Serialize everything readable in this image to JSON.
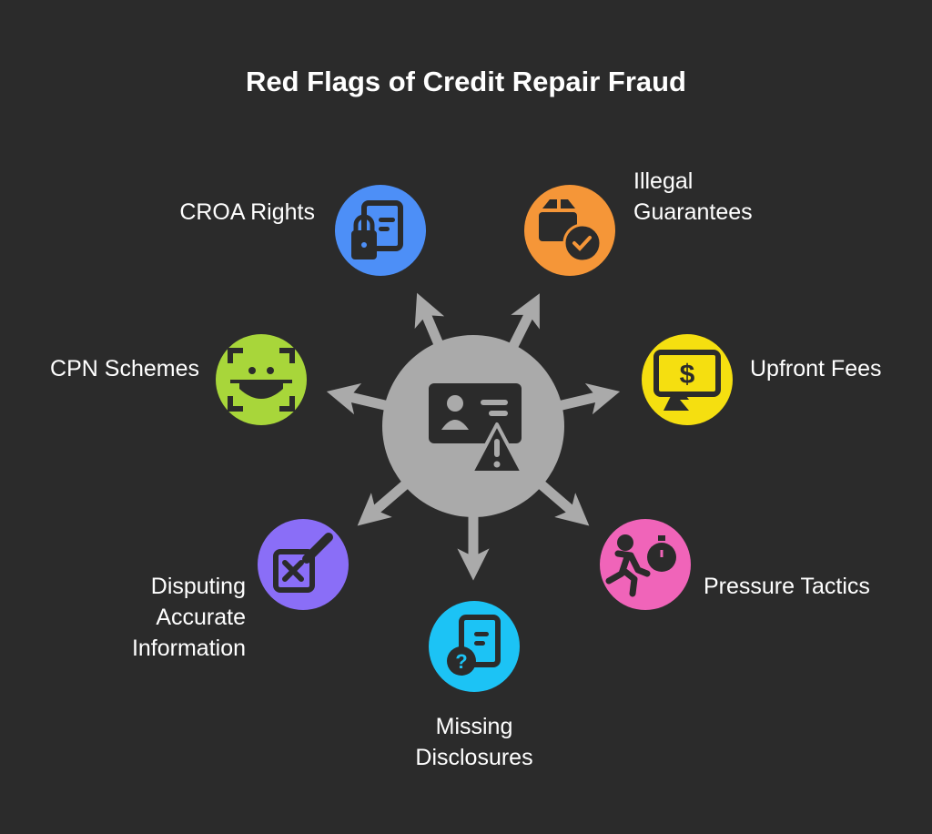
{
  "title": "Red Flags of Credit Repair Fraud",
  "colors": {
    "background": "#2b2b2b",
    "hub": "#aaaaaa",
    "icon": "#2b2b2b"
  },
  "items": [
    {
      "label": "CROA Rights",
      "icon": "document-lock-icon",
      "color": "#4d8ff7"
    },
    {
      "label": "Illegal\nGuarantees",
      "icon": "box-check-icon",
      "color": "#f59638"
    },
    {
      "label": "Upfront Fees",
      "icon": "payment-screen-icon",
      "color": "#f5df10"
    },
    {
      "label": "Pressure Tactics",
      "icon": "running-stopwatch-icon",
      "color": "#f064b9"
    },
    {
      "label": "Missing\nDisclosures",
      "icon": "document-question-icon",
      "color": "#1cc3f5"
    },
    {
      "label": "Disputing\nAccurate\nInformation",
      "icon": "edit-cross-icon",
      "color": "#8a6ef7"
    },
    {
      "label": "CPN Schemes",
      "icon": "face-mask-scan-icon",
      "color": "#a8d63a"
    }
  ],
  "hub_icon": "id-card-warning-icon"
}
